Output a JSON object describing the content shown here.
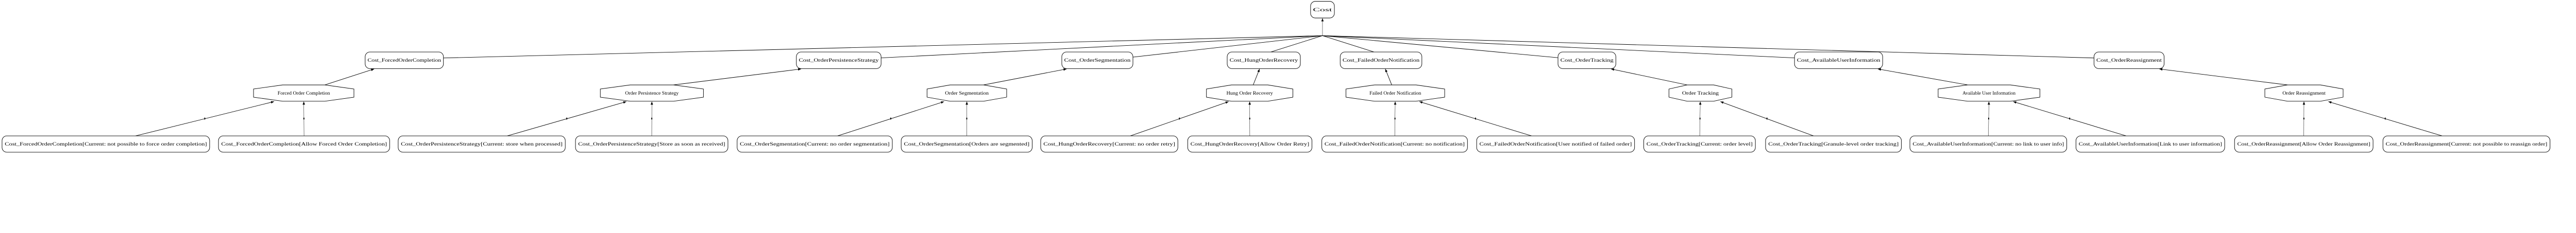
{
  "line_color": "#000000",
  "background": "#ffffff",
  "root": {
    "label": "Cost"
  },
  "groups": [
    {
      "mid": "Cost_ForcedOrderCompletion",
      "feature": "Forced Order Completion",
      "leaves": [
        "Cost_ForcedOrderCompletion[Current: not possible to force order completion]",
        "Cost_ForcedOrderCompletion[Allow Forced Order Completion]"
      ]
    },
    {
      "mid": "Cost_OrderPersistenceStrategy",
      "feature": "Order Persistence Strategy",
      "leaves": [
        "Cost_OrderPersistenceStrategy[Current: store when processed]",
        "Cost_OrderPersistenceStrategy[Store as soon as received]"
      ]
    },
    {
      "mid": "Cost_OrderSegmentation",
      "feature": "Order Segmentation",
      "leaves": [
        "Cost_OrderSegmentation[Current: no order segmentation]",
        "Cost_OrderSegmentation[Orders are segmented]"
      ]
    },
    {
      "mid": "Cost_HungOrderRecovery",
      "feature": "Hung Order Recovery",
      "leaves": [
        "Cost_HungOrderRecovery[Current: no order retry]",
        "Cost_HungOrderRecovery[Allow Order Retry]"
      ]
    },
    {
      "mid": "Cost_FailedOrderNotification",
      "feature": "Failed Order Notification",
      "leaves": [
        "Cost_FailedOrderNotification[Current: no notification]",
        "Cost_FailedOrderNotification[User notified of failed order]"
      ]
    },
    {
      "mid": "Cost_OrderTracking",
      "feature": "Order Tracking",
      "leaves": [
        "Cost_OrderTracking[Current: order level]",
        "Cost_OrderTracking[Granule-level order tracking]"
      ]
    },
    {
      "mid": "Cost_AvailableUserInformation",
      "feature": "Available User Information",
      "leaves": [
        "Cost_AvailableUserInformation[Current: no link to user info]",
        "Cost_AvailableUserInformation[Link to user information]"
      ]
    },
    {
      "mid": "Cost_OrderReassignment",
      "feature": "Order Reassignment",
      "leaves": [
        "Cost_OrderReassignment[Allow Order Reassignment]",
        "Cost_OrderReassignment[Current: not possible to reassign order]"
      ]
    }
  ]
}
